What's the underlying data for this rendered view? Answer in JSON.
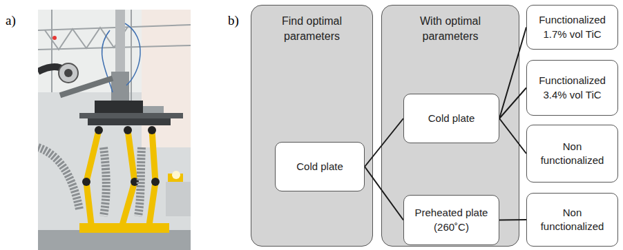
{
  "diagram": {
    "nodes": [
      {
        "text": [
          "Find optimal parameters"
        ]
      },
      {
        "text": [
          "Cold plate"
        ],
        "in": 0
      },
      {
        "text": [
          "With optimal parameters"
        ]
      },
      {
        "text": [
          "Cold plate"
        ],
        "in": 2
      },
      {
        "text": [
          "Preheated plate (260˚C)"
        ],
        "in": 2
      },
      {
        "text": [
          "Functionalized 1.7% vol TiC"
        ]
      },
      {
        "text": [
          "Functionalized 3.4% vol TiC"
        ]
      },
      {
        "text": [
          "Non functionalized"
        ]
      },
      {
        "text": [
          "Non functionalized"
        ]
      }
    ],
    "edges": [
      {
        "from": 1,
        "to": 3,
        "arrow": "none"
      },
      {
        "from": 1,
        "to": 4,
        "arrow": "none"
      },
      {
        "from": 3,
        "to": 5,
        "arrow": "none"
      },
      {
        "from": 3,
        "to": 6,
        "arrow": "none"
      },
      {
        "from": 3,
        "to": 7,
        "arrow": "none"
      },
      {
        "from": 4,
        "to": 8,
        "arrow": "none"
      }
    ],
    "labels": [
      "a)",
      "b)"
    ]
  }
}
